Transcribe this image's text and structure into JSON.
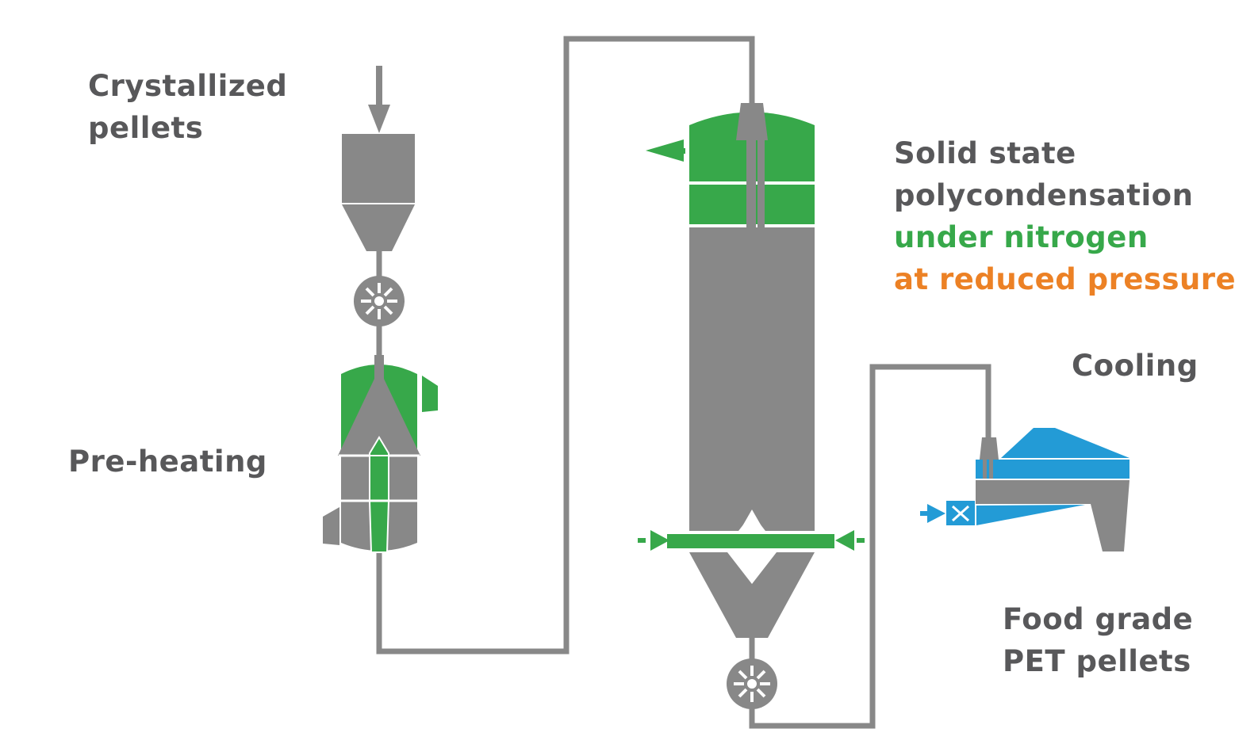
{
  "colors": {
    "equipment_gray": "#888888",
    "text_gray": "#58585a",
    "nitrogen_green": "#37a84a",
    "pressure_orange": "#ec8125",
    "cooling_blue": "#239bd6",
    "background": "#ffffff"
  },
  "labels": {
    "crystallized": {
      "line1": "Crystallized",
      "line2": "pellets"
    },
    "preheating": {
      "line1": "Pre-heating"
    },
    "ssp": {
      "line1": "Solid state",
      "line2": "polycondensation",
      "line3": "under nitrogen",
      "line4": "at reduced pressure"
    },
    "cooling": {
      "line1": "Cooling"
    },
    "food_grade": {
      "line1": "Food grade",
      "line2": "PET pellets"
    }
  },
  "icons": {
    "feed_arrow": "arrow-down-icon",
    "rotary_valve": "rotary-valve-icon",
    "nitrogen_outlet": "arrow-left-icon",
    "nitrogen_inlet": "arrow-right-icon",
    "cooling_air_inlet": "arrow-right-icon",
    "fan": "fan-x-icon"
  }
}
